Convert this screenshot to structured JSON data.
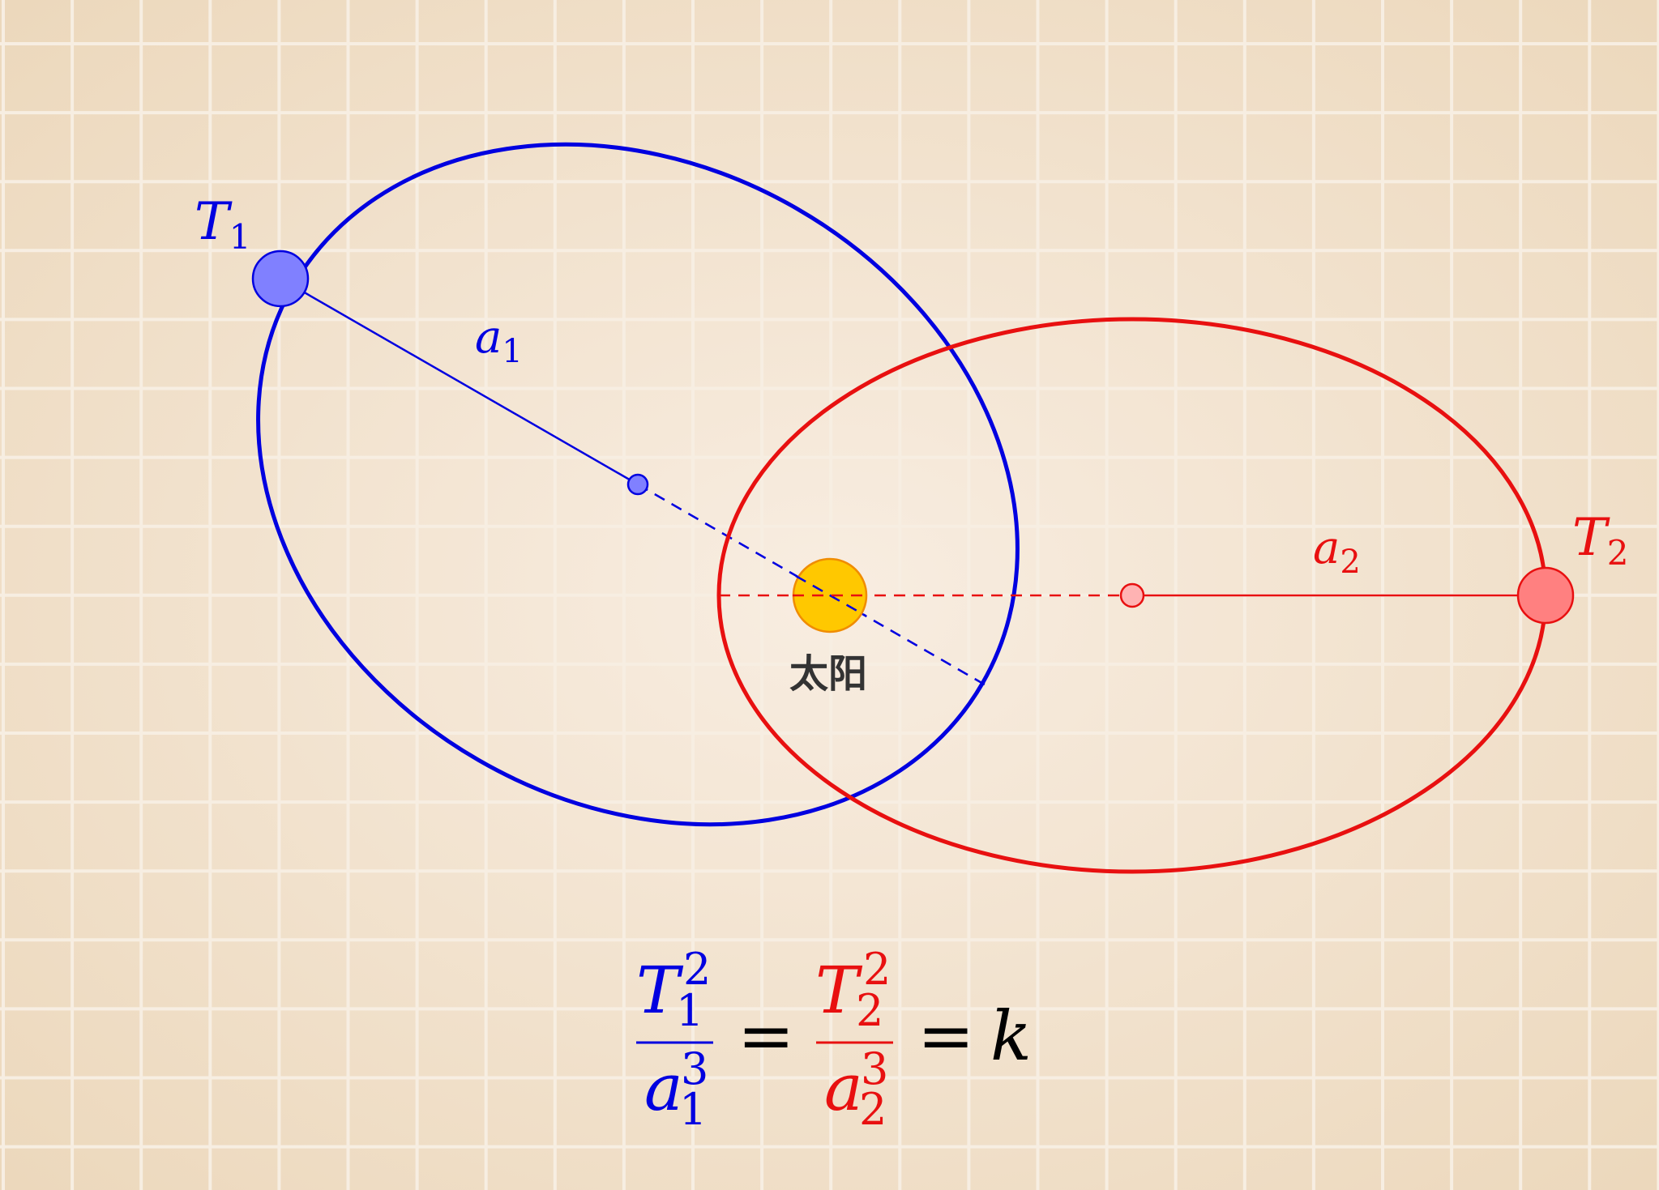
{
  "colors": {
    "background_center": "#f8ede1",
    "background_edge": "#ecd8bc",
    "grid": "#f7eee2",
    "orbit1": "#0000e0",
    "orbit2": "#e81010",
    "planet1_fill": "#8080ff",
    "planet2_fill": "#ff8080",
    "sun_fill": "#ffc800",
    "sun_stroke": "#f08c00",
    "sun_label": "#333333",
    "formula_constant": "#000000"
  },
  "orbit1": {
    "period_symbol": "T",
    "period_subscript": "1",
    "axis_symbol": "a",
    "axis_subscript": "1"
  },
  "orbit2": {
    "period_symbol": "T",
    "period_subscript": "2",
    "axis_symbol": "a",
    "axis_subscript": "2"
  },
  "sun": {
    "label": "太阳"
  },
  "formula": {
    "numerator_symbol_1": "T",
    "numerator_exp_1": "2",
    "numerator_sub_1": "1",
    "denominator_symbol_1": "a",
    "denominator_exp_1": "3",
    "denominator_sub_1": "1",
    "numerator_symbol_2": "T",
    "numerator_exp_2": "2",
    "numerator_sub_2": "2",
    "denominator_symbol_2": "a",
    "denominator_exp_2": "3",
    "denominator_sub_2": "2",
    "equals": "=",
    "constant": "k"
  }
}
